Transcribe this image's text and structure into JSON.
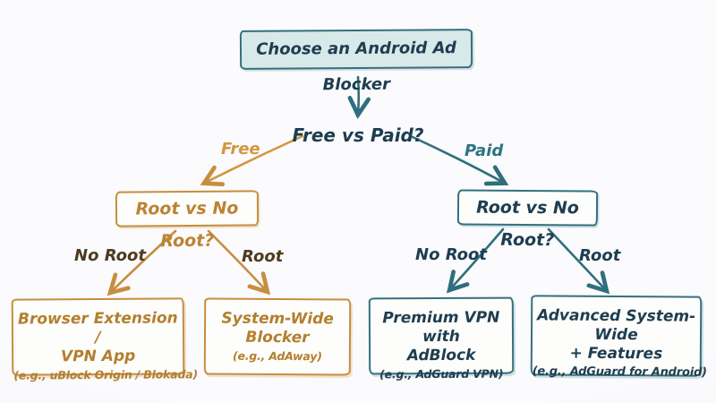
{
  "palette": {
    "background": "#fafafc",
    "teal_border": "#33717f",
    "teal_arrow": "#2e6f7d",
    "navy_text": "#1e3d50",
    "orange_border": "#c68e3f",
    "orange_text": "#b37f2f",
    "orange_label": "#d0983f",
    "brown_label": "#4e3b20",
    "root_fill": "#d8e9ea",
    "leaf_fill": "#fdfdfb"
  },
  "nodes": {
    "root": {
      "label": "Choose an Android Ad Blocker"
    },
    "decision_top": {
      "label": "Free vs Paid?"
    },
    "decision_free": {
      "label": "Root vs No Root?"
    },
    "decision_paid": {
      "label": "Root vs No Root?"
    },
    "leaf_free_noroot": {
      "line1": "Browser Extension /",
      "line2": "VPN App",
      "example": "(e.g., uBlock Origin / Blokada)"
    },
    "leaf_free_root": {
      "line1": "System-Wide",
      "line2": "Blocker",
      "example": "(e.g., AdAway)"
    },
    "leaf_paid_noroot": {
      "line1": "Premium VPN with",
      "line2": "AdBlock",
      "example": "(e.g., AdGuard VPN)"
    },
    "leaf_paid_root": {
      "line1": "Advanced System-Wide",
      "line2": "+ Features",
      "example": "(e.g., AdGuard for Android)"
    }
  },
  "edge_labels": {
    "free": "Free",
    "paid": "Paid",
    "free_noroot": "No Root",
    "free_root": "Root",
    "paid_noroot": "No Root",
    "paid_root": "Root"
  }
}
